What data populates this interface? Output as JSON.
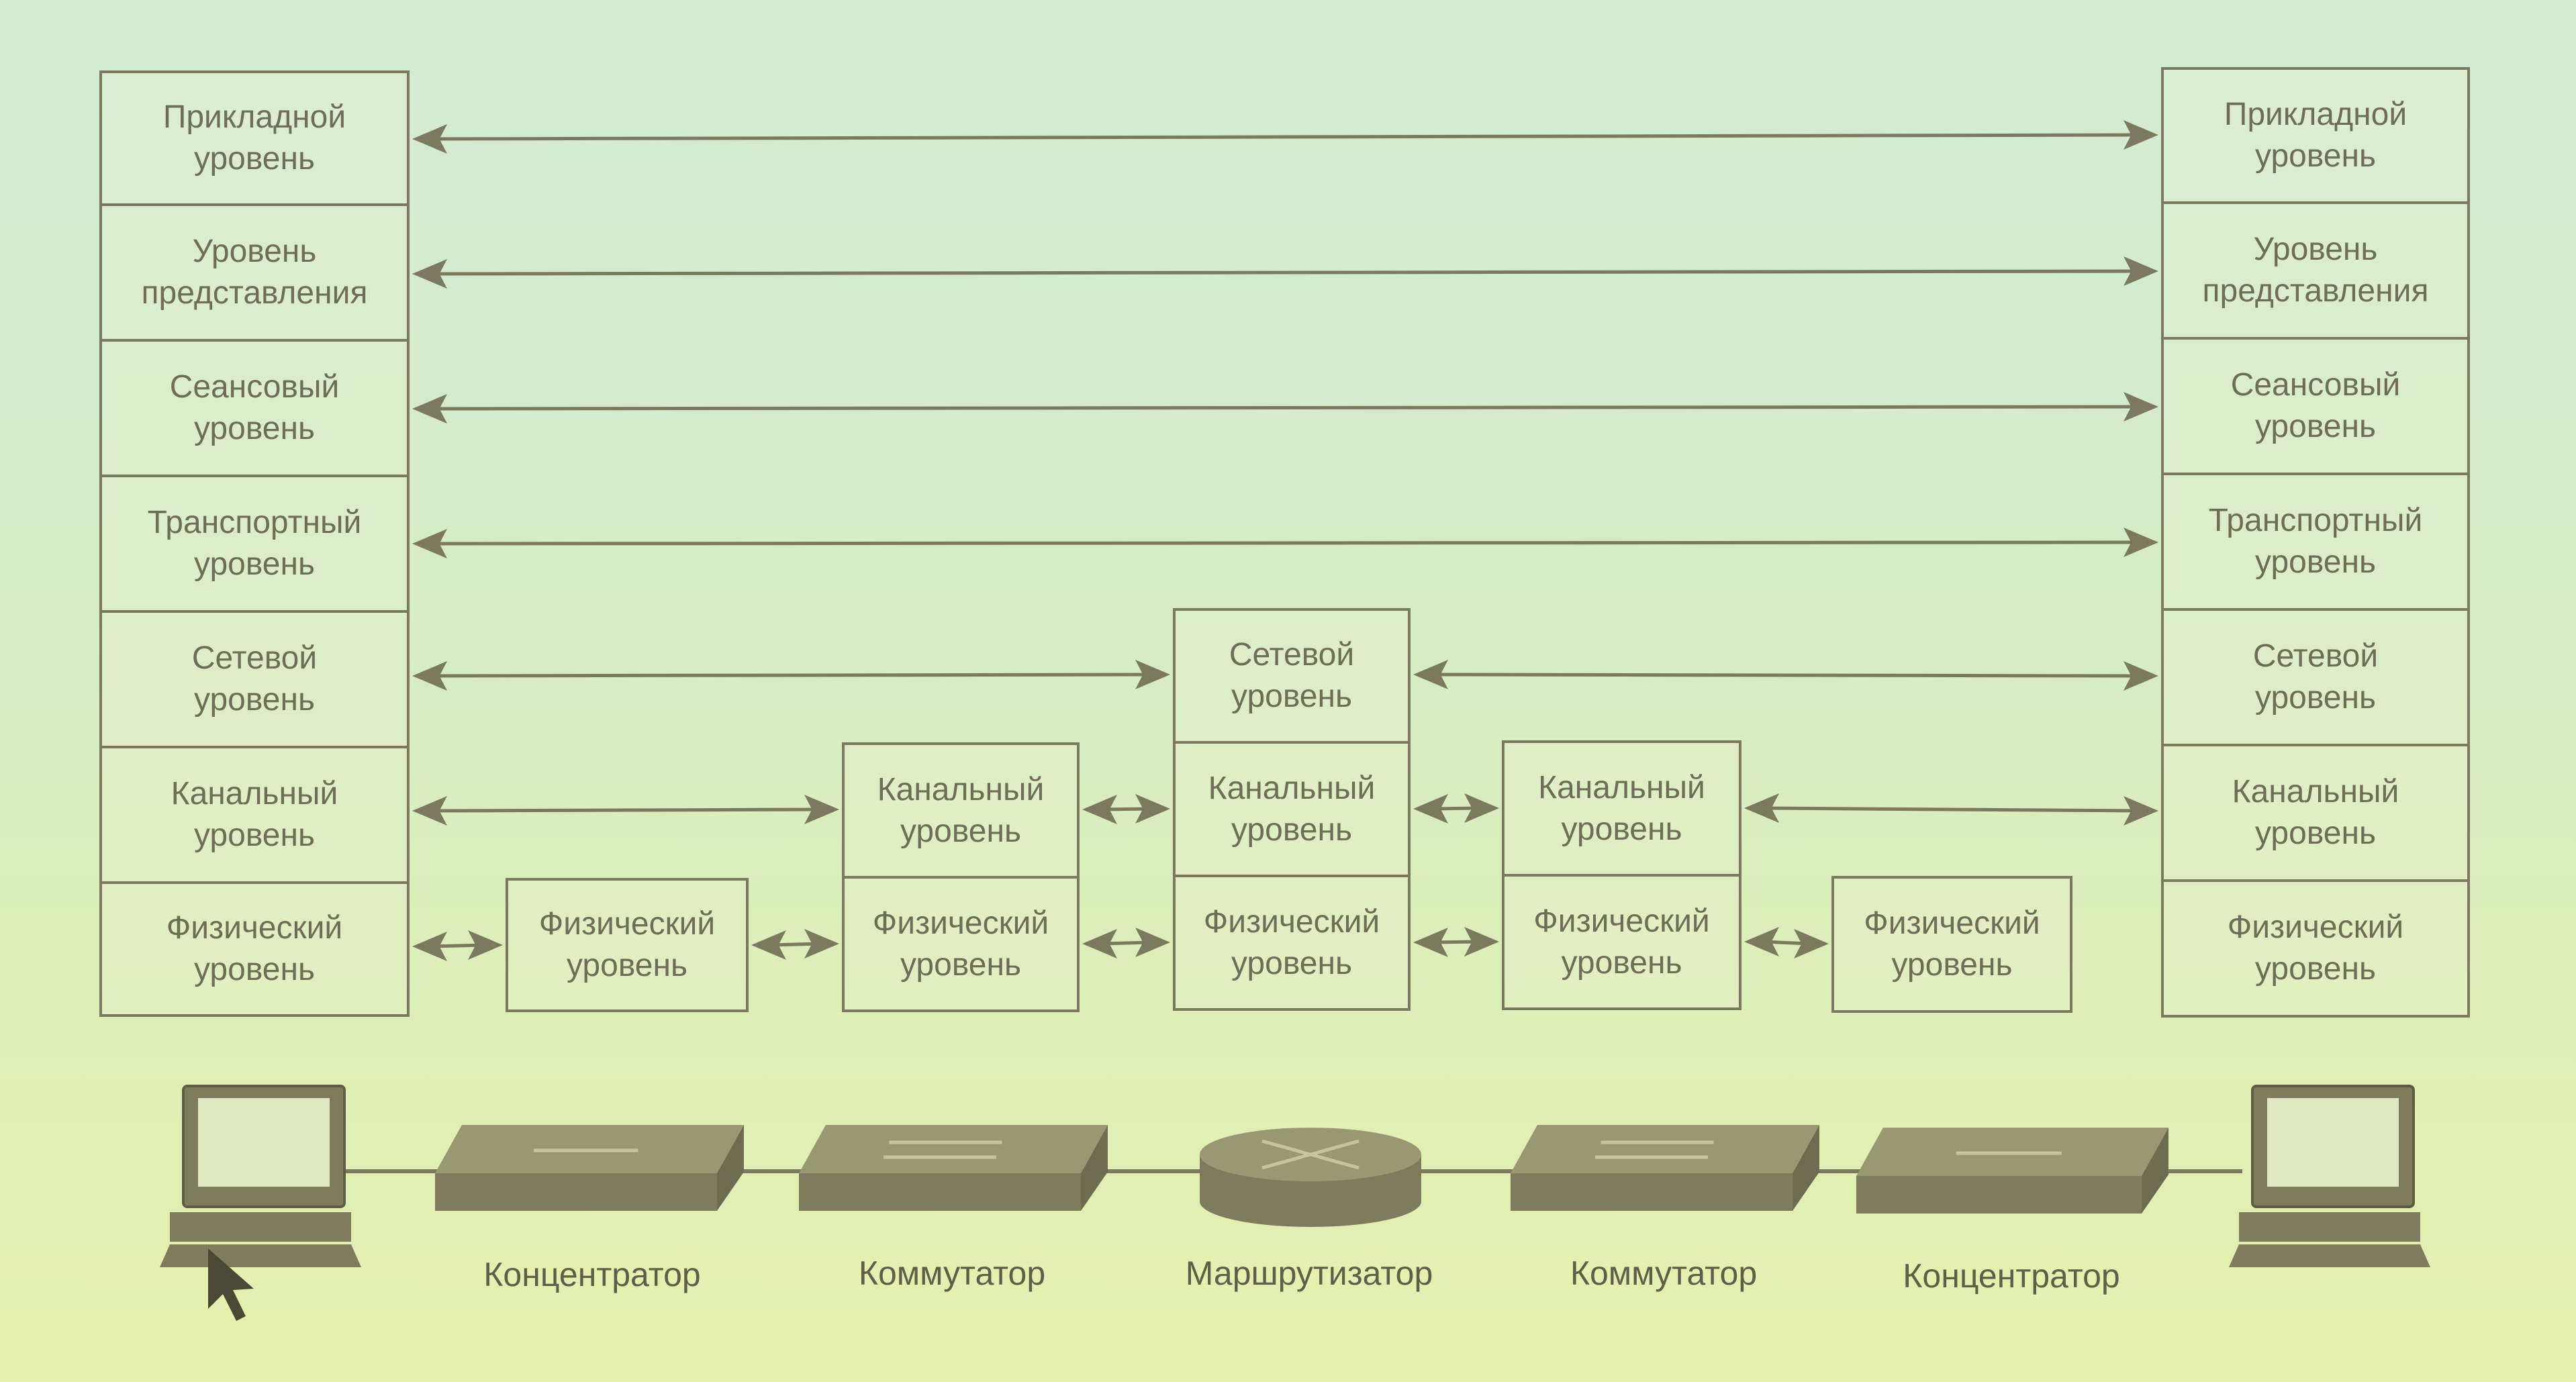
{
  "colors": {
    "line": "#7b7a5e",
    "device_fill": "#7e7c5c",
    "device_top": "#9a9873",
    "text": "#6e6d55"
  },
  "left_stack": {
    "layers": [
      "Прикладной\nуровень",
      "Уровень\nпредставления",
      "Сеансовый\nуровень",
      "Транспортный\nуровень",
      "Сетевой\nуровень",
      "Канальный\nуровень",
      "Физический\nуровень"
    ]
  },
  "right_stack": {
    "layers": [
      "Прикладной\nуровень",
      "Уровень\nпредставления",
      "Сеансовый\nуровень",
      "Транспортный\nуровень",
      "Сетевой\nуровень",
      "Канальный\nуровень",
      "Физический\nуровень"
    ]
  },
  "hub_left": {
    "physical": "Физический\nуровень"
  },
  "switch_left": {
    "data_link": "Канальный\nуровень",
    "physical": "Физический\nуровень"
  },
  "router": {
    "network": "Сетевой\nуровень",
    "data_link": "Канальный\nуровень",
    "physical": "Физический\nуровень"
  },
  "switch_right": {
    "data_link": "Канальный\nуровень",
    "physical": "Физический\nуровень"
  },
  "hub_right": {
    "physical": "Физический\nуровень"
  },
  "devices": {
    "hub_left": "Концентратор",
    "switch_left": "Коммутатор",
    "router": "Маршрутизатор",
    "switch_right": "Коммутатор",
    "hub_right": "Концентратор"
  },
  "icons": [
    "computer-icon",
    "hub-icon",
    "switch-icon",
    "router-icon",
    "mouse-cursor-icon"
  ]
}
